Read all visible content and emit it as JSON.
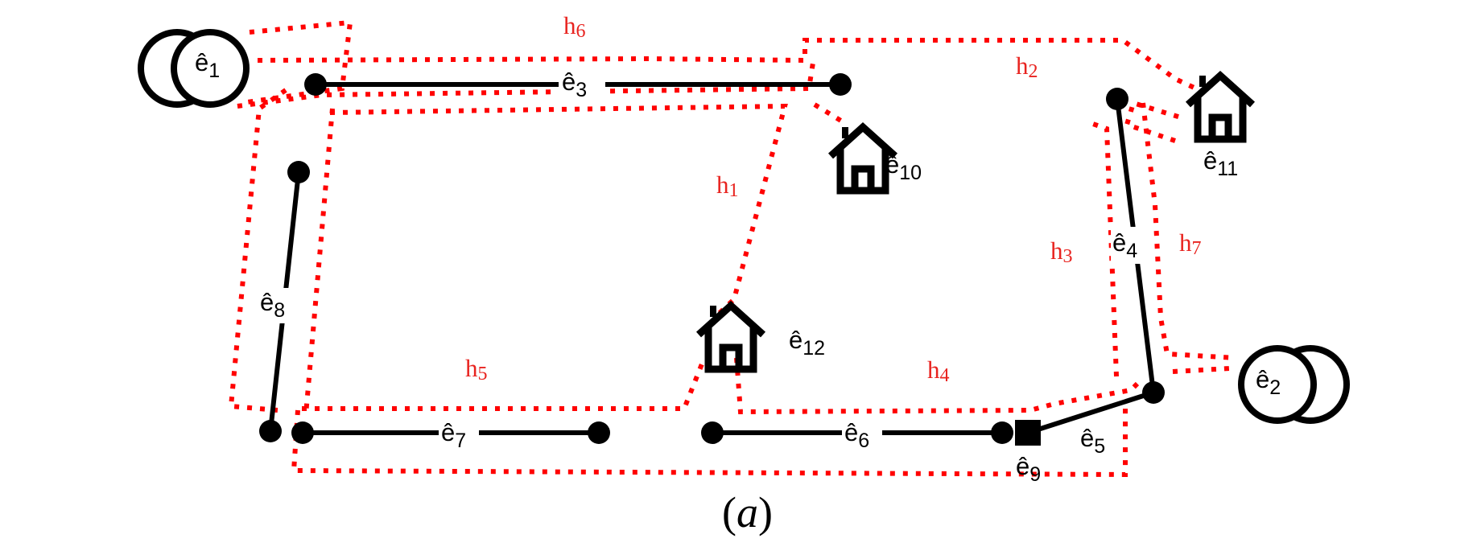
{
  "colors": {
    "hyperedge": "#ff0000",
    "hyperedge_label": "#e8231f",
    "edge": "#000000"
  },
  "caption": {
    "open": "(",
    "letter": "a",
    "close": ")"
  },
  "hyperedges": [
    {
      "id": "h1",
      "label": "h",
      "sub": "1"
    },
    {
      "id": "h2",
      "label": "h",
      "sub": "2"
    },
    {
      "id": "h3",
      "label": "h",
      "sub": "3"
    },
    {
      "id": "h4",
      "label": "h",
      "sub": "4"
    },
    {
      "id": "h5",
      "label": "h",
      "sub": "5"
    },
    {
      "id": "h6",
      "label": "h",
      "sub": "6"
    },
    {
      "id": "h7",
      "label": "h",
      "sub": "7"
    }
  ],
  "entities": [
    {
      "id": "e1",
      "label": "ê",
      "sub": "1",
      "kind": "person-icon"
    },
    {
      "id": "e2",
      "label": "ê",
      "sub": "2",
      "kind": "person-icon"
    },
    {
      "id": "e3",
      "label": "ê",
      "sub": "3",
      "kind": "segment"
    },
    {
      "id": "e4",
      "label": "ê",
      "sub": "4",
      "kind": "segment"
    },
    {
      "id": "e5",
      "label": "ê",
      "sub": "5",
      "kind": "segment"
    },
    {
      "id": "e6",
      "label": "ê",
      "sub": "6",
      "kind": "segment"
    },
    {
      "id": "e7",
      "label": "ê",
      "sub": "7",
      "kind": "segment"
    },
    {
      "id": "e8",
      "label": "ê",
      "sub": "8",
      "kind": "segment"
    },
    {
      "id": "e9",
      "label": "ê",
      "sub": "9",
      "kind": "square-node"
    },
    {
      "id": "e10",
      "label": "ê",
      "sub": "10",
      "kind": "house-icon"
    },
    {
      "id": "e11",
      "label": "ê",
      "sub": "11",
      "kind": "house-icon"
    },
    {
      "id": "e12",
      "label": "ê",
      "sub": "12",
      "kind": "house-icon"
    }
  ]
}
